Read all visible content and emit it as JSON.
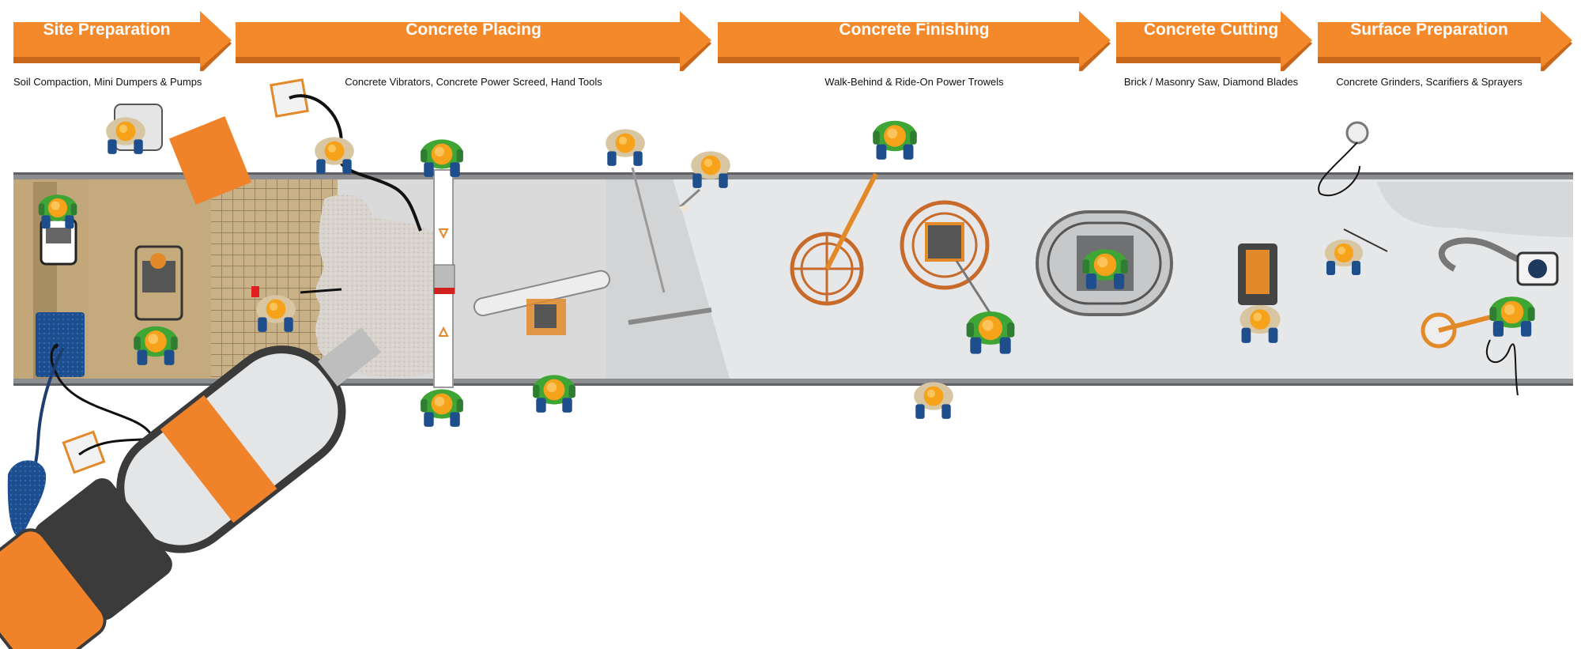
{
  "stages": [
    {
      "title": "Site Preparation",
      "subtitle": "Soil Compaction, Mini Dumpers & Pumps"
    },
    {
      "title": "Concrete Placing",
      "subtitle": "Concrete Vibrators, Concrete Power Screed, Hand Tools"
    },
    {
      "title": "Concrete Finishing",
      "subtitle": "Walk-Behind & Ride-On Power Trowels"
    },
    {
      "title": "Concrete Cutting",
      "subtitle": "Brick / Masonry Saw, Diamond Blades"
    },
    {
      "title": "Surface Preparation",
      "subtitle": "Concrete Grinders, Scarifiers & Sprayers"
    }
  ],
  "colors": {
    "arrow": "#F3892A",
    "arrow_shadow": "#C8661A",
    "worker_vest_green": "#3FA535",
    "hard_hat": "#F7A21B",
    "soil": "#C2A77A",
    "mesh": "#B89C6E",
    "wet_concrete": "#D6D3CE",
    "floor_light": "#E6E7E8",
    "rail": "#7A7C80"
  }
}
